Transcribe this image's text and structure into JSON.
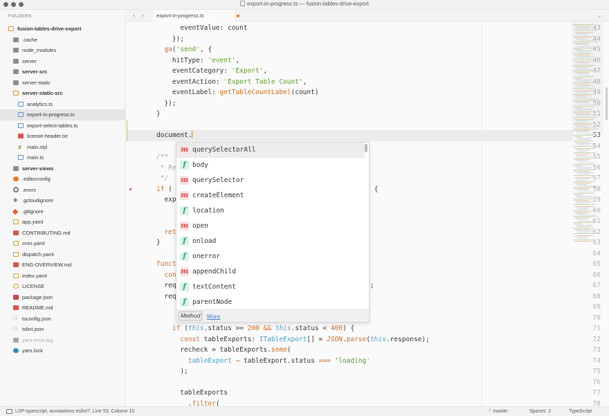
{
  "window": {
    "title": "export-in-progress.ts — fusion-tables-drive-export"
  },
  "sidebar": {
    "header": "FOLDERS",
    "items": [
      {
        "label": "fusion-tables-drive-export",
        "icon": "folder-open-icon",
        "depth": 0,
        "bold": true
      },
      {
        "label": ".cache",
        "icon": "folder-icon",
        "depth": 1
      },
      {
        "label": "node_modules",
        "icon": "folder-icon",
        "depth": 1
      },
      {
        "label": "server",
        "icon": "folder-icon",
        "depth": 1
      },
      {
        "label": "server-src",
        "icon": "folder-icon",
        "depth": 1,
        "bold": true
      },
      {
        "label": "server-static",
        "icon": "folder-icon",
        "depth": 1
      },
      {
        "label": "server-static-src",
        "icon": "folder-open-icon",
        "depth": 1,
        "bold": true
      },
      {
        "label": "analytics.ts",
        "icon": "typescript-file-icon",
        "depth": 2
      },
      {
        "label": "export-in-progress.ts",
        "icon": "typescript-file-icon",
        "depth": 2,
        "selected": true
      },
      {
        "label": "export-select-tables.ts",
        "icon": "typescript-file-icon",
        "depth": 2
      },
      {
        "label": "license-header.txt",
        "icon": "text-file-icon",
        "depth": 2
      },
      {
        "label": "main.styl",
        "icon": "stylus-file-icon",
        "depth": 2
      },
      {
        "label": "main.ts",
        "icon": "typescript-file-icon",
        "depth": 2
      },
      {
        "label": "server-views",
        "icon": "folder-icon",
        "depth": 1,
        "bold": true
      },
      {
        "label": ".editorconfig",
        "icon": "editorconfig-icon",
        "depth": 1
      },
      {
        "label": ".envrc",
        "icon": "gear-icon",
        "depth": 1
      },
      {
        "label": ".gcloudignore",
        "icon": "asterisk-icon",
        "depth": 1
      },
      {
        "label": ".gitignore",
        "icon": "git-icon",
        "depth": 1
      },
      {
        "label": "app.yaml",
        "icon": "yaml-file-icon",
        "depth": 1
      },
      {
        "label": "CONTRIBUTING.md",
        "icon": "markdown-file-icon",
        "depth": 1
      },
      {
        "label": "cron.yaml",
        "icon": "yaml-file-icon",
        "depth": 1
      },
      {
        "label": "dispatch.yaml",
        "icon": "yaml-file-icon",
        "depth": 1
      },
      {
        "label": "ENG-OVERVIEW.md",
        "icon": "markdown-file-icon",
        "depth": 1
      },
      {
        "label": "index.yaml",
        "icon": "yaml-file-icon",
        "depth": 1
      },
      {
        "label": "LICENSE",
        "icon": "license-icon",
        "depth": 1
      },
      {
        "label": "package.json",
        "icon": "npm-icon",
        "depth": 1
      },
      {
        "label": "README.md",
        "icon": "markdown-file-icon",
        "depth": 1
      },
      {
        "label": "tsconfig.json",
        "icon": "json-file-icon",
        "depth": 1
      },
      {
        "label": "tslint.json",
        "icon": "json-file-icon",
        "depth": 1
      },
      {
        "label": "yarn-error.log",
        "icon": "log-file-icon",
        "depth": 1,
        "dim": true
      },
      {
        "label": "yarn.lock",
        "icon": "yarn-icon",
        "depth": 1
      }
    ]
  },
  "tabs": {
    "back": "‹",
    "forward": "›",
    "active": "export-in-progress.ts",
    "dropdown": "⌄"
  },
  "editor": {
    "active_line": 53,
    "lines": [
      {
        "n": "43",
        "html": "      <span>eventValue</span>: count"
      },
      {
        "n": "44",
        "html": "    });"
      },
      {
        "n": "45",
        "html": "  <span class=\"k\">ga</span>(<span class=\"str\">'send'</span>, {"
      },
      {
        "n": "46",
        "html": "    <span>hitType</span>: <span class=\"str\">'event'</span>,"
      },
      {
        "n": "47",
        "html": "    <span>eventCategory</span>: <span class=\"str\">'Export'</span>,"
      },
      {
        "n": "48",
        "html": "    <span>eventAction</span>: <span class=\"str\">'Export Table Count'</span>,"
      },
      {
        "n": "49",
        "html": "    <span>eventLabel</span>: <span class=\"k\">getTableCountLabel</span>(count)"
      },
      {
        "n": "50",
        "html": "  });"
      },
      {
        "n": "51",
        "html": "}"
      },
      {
        "n": "52",
        "html": ""
      },
      {
        "n": "53",
        "html": "document."
      },
      {
        "n": "54",
        "html": ""
      },
      {
        "n": "55",
        "html": "<span class=\"cm\">/**</span>"
      },
      {
        "n": "56",
        "html": "<span class=\"cm\"> * Re</span>"
      },
      {
        "n": "57",
        "html": "<span class=\"cm\"> */</span>"
      },
      {
        "n": "58",
        "html": "<span class=\"k\">if</span> (                                    ').length &gt; 0) {"
      },
      {
        "n": "59",
        "html": "  exp"
      },
      {
        "n": "60",
        "html": ""
      },
      {
        "n": "61",
        "html": ""
      },
      {
        "n": "62",
        "html": "  <span class=\"k\">ret</span>"
      },
      {
        "n": "63",
        "html": "}"
      },
      {
        "n": "64",
        "html": ""
      },
      {
        "n": "65",
        "html": "<span class=\"k\">funct</span>"
      },
      {
        "n": "66",
        "html": "  <span class=\"k\">con</span>"
      },
      {
        "n": "67",
        "html": "  req                                      <span class=\"str\">tes'</span>, <span class=\"p\">true</span>);"
      },
      {
        "n": "68",
        "html": "  req"
      },
      {
        "n": "69",
        "html": ""
      },
      {
        "n": "70",
        "html": ""
      },
      {
        "n": "71",
        "html": "    <span class=\"k\">if</span> (<span class=\"th\">this</span>.status &gt;= <span class=\"k\">200</span> <span class=\"k\">&amp;&amp;</span> <span class=\"th\">this</span>.status &lt; <span class=\"k\">400</span>) {"
      },
      {
        "n": "72",
        "html": "      <span class=\"k\">const</span> tableExports: <span class=\"ty\">ITableExport</span>[] = <span class=\"cn\">JSON</span>.<span class=\"k\">parse</span>(<span class=\"th\">this</span>.response);"
      },
      {
        "n": "73",
        "html": "      recheck = tableExports.<span class=\"k\">some</span>("
      },
      {
        "n": "74",
        "html": "        <span class=\"ty\">tableExport</span> <span class=\"k\">⇒</span> tableExport.status <span class=\"k\">===</span> <span class=\"str\">'loading'</span>"
      },
      {
        "n": "75",
        "html": "      );"
      },
      {
        "n": "76",
        "html": ""
      },
      {
        "n": "77",
        "html": "      tableExports"
      },
      {
        "n": "78",
        "html": "        .<span class=\"k\">filter</span>("
      }
    ]
  },
  "autocomplete": {
    "items": [
      {
        "kind": "m",
        "name": "querySelectorAll"
      },
      {
        "kind": "f",
        "name": "body"
      },
      {
        "kind": "m",
        "name": "querySelector"
      },
      {
        "kind": "m",
        "name": "createElement"
      },
      {
        "kind": "f",
        "name": "location"
      },
      {
        "kind": "m",
        "name": "open"
      },
      {
        "kind": "f",
        "name": "onload"
      },
      {
        "kind": "f",
        "name": "onerror"
      },
      {
        "kind": "m",
        "name": "appendChild"
      },
      {
        "kind": "f",
        "name": "textContent"
      },
      {
        "kind": "f",
        "name": "parentNode"
      }
    ],
    "footer_type": "Method",
    "footer_more": "More"
  },
  "statusbar": {
    "left": "LSP-typescript, annotations eslint?, Line 53, Column 10",
    "branch": "ᚴ master",
    "spaces": "Spaces: 2",
    "syntax": "TypeScript"
  },
  "colors": {
    "accent": "#3a9bd5",
    "modified": "#e07a1f",
    "method_kind": "#d9474c",
    "field_kind": "#2ea06a"
  }
}
